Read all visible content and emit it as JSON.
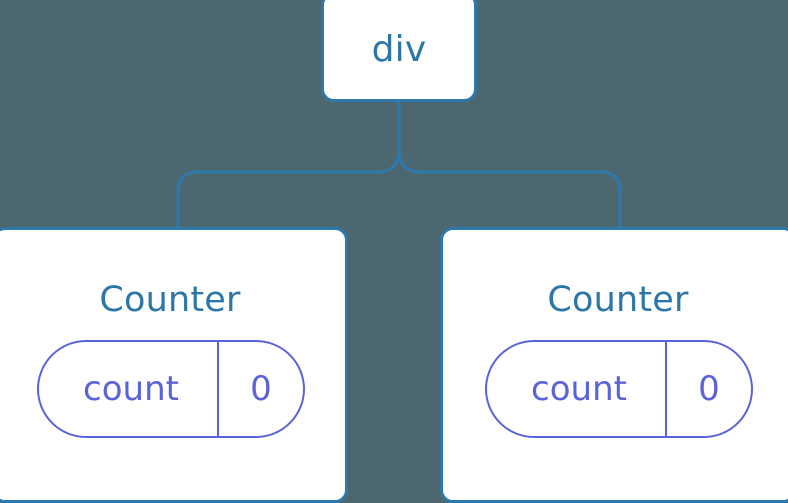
{
  "diagram": {
    "type": "component-tree",
    "background_color": "#4d6771",
    "node_border_color": "#2d79ac",
    "node_fill_color": "#ffffff",
    "node_label_color": "#2d76a8",
    "state_accent_color": "#5c63d8",
    "connector_color": "#2d79ac"
  },
  "root": {
    "label": "div"
  },
  "children": [
    {
      "label": "Counter",
      "state": {
        "key": "count",
        "value": "0"
      }
    },
    {
      "label": "Counter",
      "state": {
        "key": "count",
        "value": "0"
      }
    }
  ]
}
